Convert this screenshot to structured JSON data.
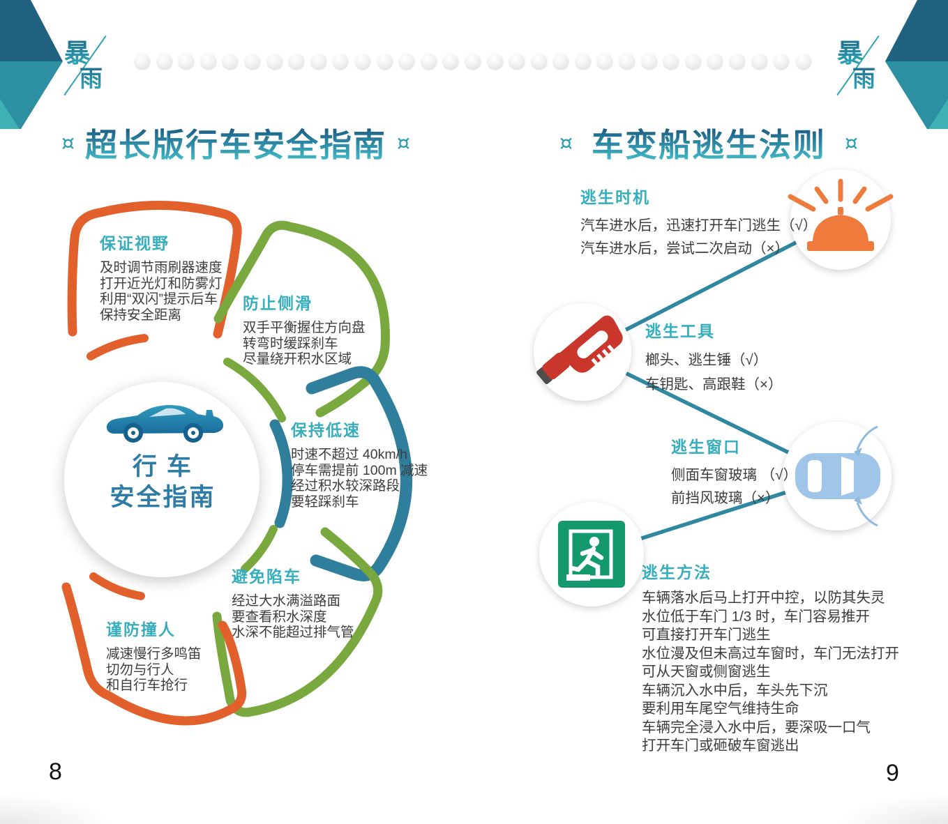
{
  "page": {
    "left_page_number": "8",
    "right_page_number": "9",
    "brand": {
      "char_top": "暴",
      "char_bottom": "雨"
    },
    "header_dots": 31
  },
  "left_page": {
    "ornament": "¤",
    "title": "超长版行车安全指南",
    "center": {
      "line1": "行车",
      "line2": "安全指南"
    },
    "petals": [
      {
        "id": "visibility",
        "heading": "保证视野",
        "lines": [
          "及时调节雨刷器速度",
          "打开近光灯和防雾灯",
          "利用“双闪”提示后车",
          "保持安全距离"
        ]
      },
      {
        "id": "skid",
        "heading": "防止侧滑",
        "lines": [
          "双手平衡握住方向盘",
          "转弯时缓踩刹车",
          "尽量绕开积水区域"
        ]
      },
      {
        "id": "low-speed",
        "heading": "保持低速",
        "lines": [
          "时速不超过 40km/h",
          "停车需提前 100m 减速",
          "经过积水较深路段",
          "要轻踩刹车"
        ]
      },
      {
        "id": "avoid-trap",
        "heading": "避免陷车",
        "lines": [
          "经过大水满溢路面",
          "要查看积水深度",
          "水深不能超过排气管"
        ]
      },
      {
        "id": "pedestrians",
        "heading": "谨防撞人",
        "lines": [
          "减速慢行多鸣笛",
          "切勿与行人",
          "和自行车抢行"
        ]
      }
    ]
  },
  "right_page": {
    "ornament": "¤",
    "title": "车变船逃生法则",
    "sections": [
      {
        "id": "timing",
        "heading": "逃生时机",
        "icon": "alarm",
        "lines": [
          "汽车进水后，迅速打开车门逃生（√）",
          "汽车进水后，尝试二次启动（×）"
        ]
      },
      {
        "id": "tools",
        "heading": "逃生工具",
        "icon": "escape-hammer",
        "lines": [
          "榔头、逃生锤（√）",
          "车钥匙、高跟鞋（×）"
        ]
      },
      {
        "id": "window",
        "heading": "逃生窗口",
        "icon": "car-top-view",
        "lines": [
          "侧面车窗玻璃 （√）",
          "前挡风玻璃（×）"
        ]
      },
      {
        "id": "method",
        "heading": "逃生方法",
        "icon": "emergency-exit",
        "lines": [
          "车辆落水后马上打开中控，以防其失灵",
          "水位低于车门 1/3 时，车门容易推开",
          "可直接打开车门逃生",
          "水位漫及但未高过车窗时，车门无法打开",
          "可从天窗或侧窗逃生",
          "车辆沉入水中后，车头先下沉",
          "要利用车尾空气维持生命",
          "车辆完全浸入水中后，要深吸一口气",
          "打开车门或砸破车窗逃出"
        ]
      }
    ]
  },
  "colors": {
    "teal_heading": "#37aebe",
    "title_top": "#17517c",
    "title_bottom": "#45c4cd",
    "orange": "#e2602c",
    "green": "#79a83e",
    "blue": "#2f7f9c",
    "connector_line": "#2f87a0",
    "body_text": "#3d3d3d",
    "alarm_orange": "#ee7b3b",
    "exit_green": "#14996f",
    "cartop_blue": "#9fc6e8",
    "cartop_arrow": "#8fbadf",
    "hammer_red": "#c9372c",
    "hammer_tip": "#4d4d4d",
    "deco_dark": "#20617f",
    "deco_mid": "#2d8fa2",
    "deco_light": "#3fb0b5",
    "center_car_1": "#1a6c9c",
    "center_car_2": "#2f9abc"
  }
}
